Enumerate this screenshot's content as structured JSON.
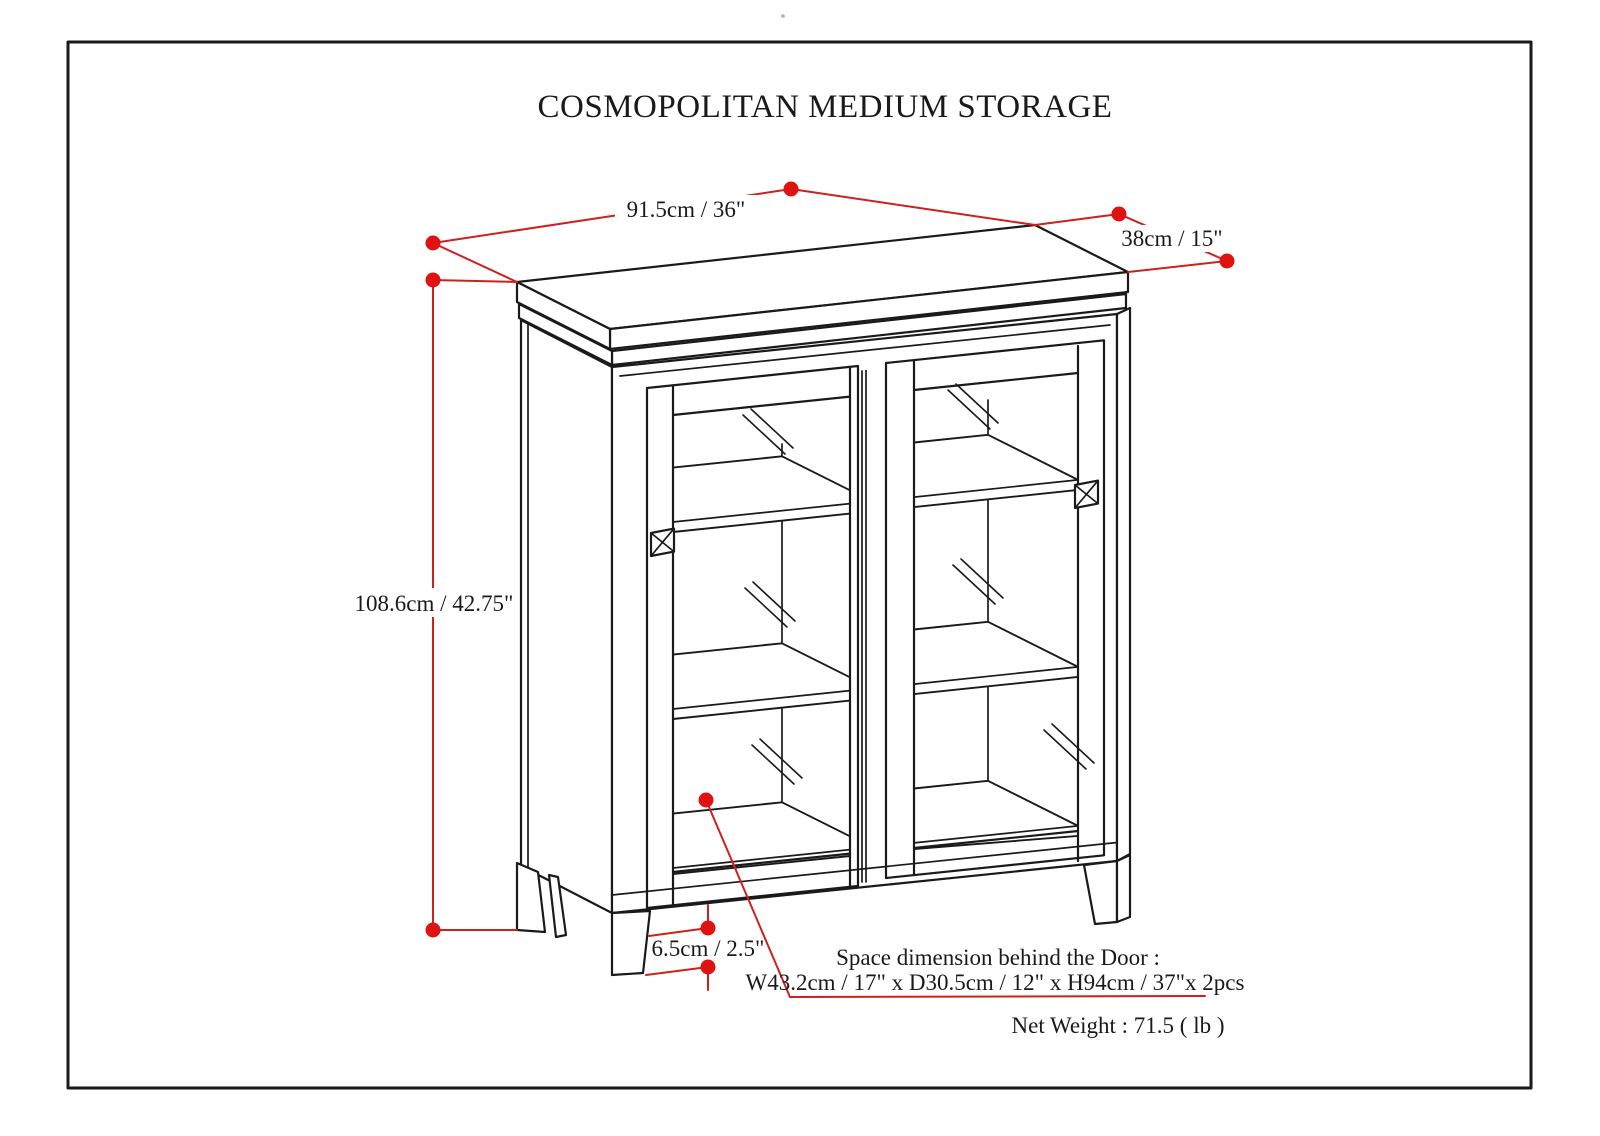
{
  "title": "COSMOPOLITAN MEDIUM STORAGE",
  "dimensions": {
    "width_label": "91.5cm / 36\"",
    "depth_label": "38cm / 15\"",
    "height_label": "108.6cm / 42.75\"",
    "leg_label": "6.5cm / 2.5\""
  },
  "notes": {
    "space_title": "Space dimension behind the Door :",
    "space_detail": "W43.2cm / 17\" x D30.5cm / 12\" x H94cm / 37\"x 2pcs",
    "net_weight": "Net Weight : 71.5 ( lb )"
  },
  "colors": {
    "drawing_line": "#1a1a1a",
    "dimension_line": "#cf2020",
    "dimension_dot": "#e01313",
    "paper": "#ffffff"
  }
}
